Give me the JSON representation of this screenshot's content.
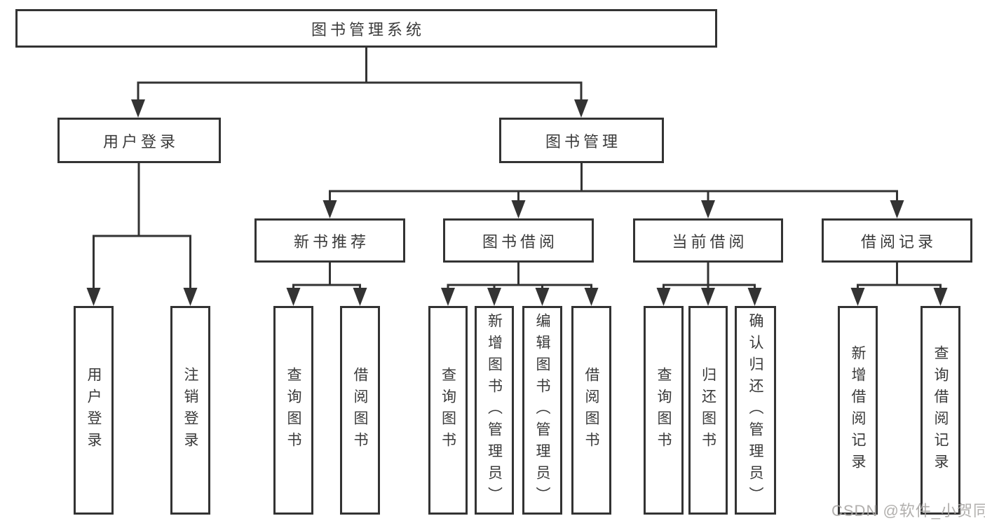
{
  "tree": {
    "root": {
      "label": "图书管理系统",
      "children": [
        {
          "label": "用户登录",
          "children": [
            {
              "label": "用户登录"
            },
            {
              "label": "注销登录"
            }
          ]
        },
        {
          "label": "图书管理",
          "children": [
            {
              "label": "新书推荐",
              "children": [
                {
                  "label": "查询图书"
                },
                {
                  "label": "借阅图书"
                }
              ]
            },
            {
              "label": "图书借阅",
              "children": [
                {
                  "label": "查询图书"
                },
                {
                  "label": "新增图书（管理员）"
                },
                {
                  "label": "编辑图书（管理员）"
                },
                {
                  "label": "借阅图书"
                }
              ]
            },
            {
              "label": "当前借阅",
              "children": [
                {
                  "label": "查询图书"
                },
                {
                  "label": "归还图书"
                },
                {
                  "label": "确认归还（管理员）"
                }
              ]
            },
            {
              "label": "借阅记录",
              "children": [
                {
                  "label": "新增借阅记录"
                },
                {
                  "label": "查询借阅记录"
                }
              ]
            }
          ]
        }
      ]
    }
  },
  "watermark": {
    "text": "CSDN @软件_小贺同学"
  },
  "colors": {
    "line": "#333333",
    "box_border": "#333333",
    "text": "#3a3a3a",
    "watermark": "#a8a6a4",
    "background": "#ffffff"
  }
}
